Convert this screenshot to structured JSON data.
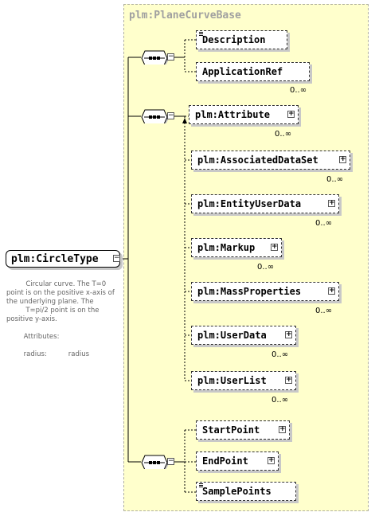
{
  "base": {
    "title": "plm:PlaneCurveBase"
  },
  "root": {
    "label": "plm:CircleType",
    "doc": "         Circular curve. The T=0\npoint is on the positive x-axis of\nthe underlying plane. The\n         T=pi/2 point is on the\npositive y-axis.\n\n        Attributes:\n\n        radius:          radius"
  },
  "elements": {
    "description": "Description",
    "applicationref": "ApplicationRef",
    "applicationref_card": "0..∞",
    "attribute": "plm:Attribute",
    "attribute_card": "0..∞",
    "associateddataset": "plm:AssociatedDataSet",
    "associateddataset_card": "0..∞",
    "entityuserdata": "plm:EntityUserData",
    "entityuserdata_card": "0..∞",
    "markup": "plm:Markup",
    "markup_card": "0..∞",
    "massproperties": "plm:MassProperties",
    "massproperties_card": "0..∞",
    "userdata": "plm:UserData",
    "userdata_card": "0..∞",
    "userlist": "plm:UserList",
    "userlist_card": "0..∞",
    "startpoint": "StartPoint",
    "endpoint": "EndPoint",
    "samplepoints": "SamplePoints"
  },
  "toggles": {
    "collapse": "−",
    "expand": "+"
  }
}
